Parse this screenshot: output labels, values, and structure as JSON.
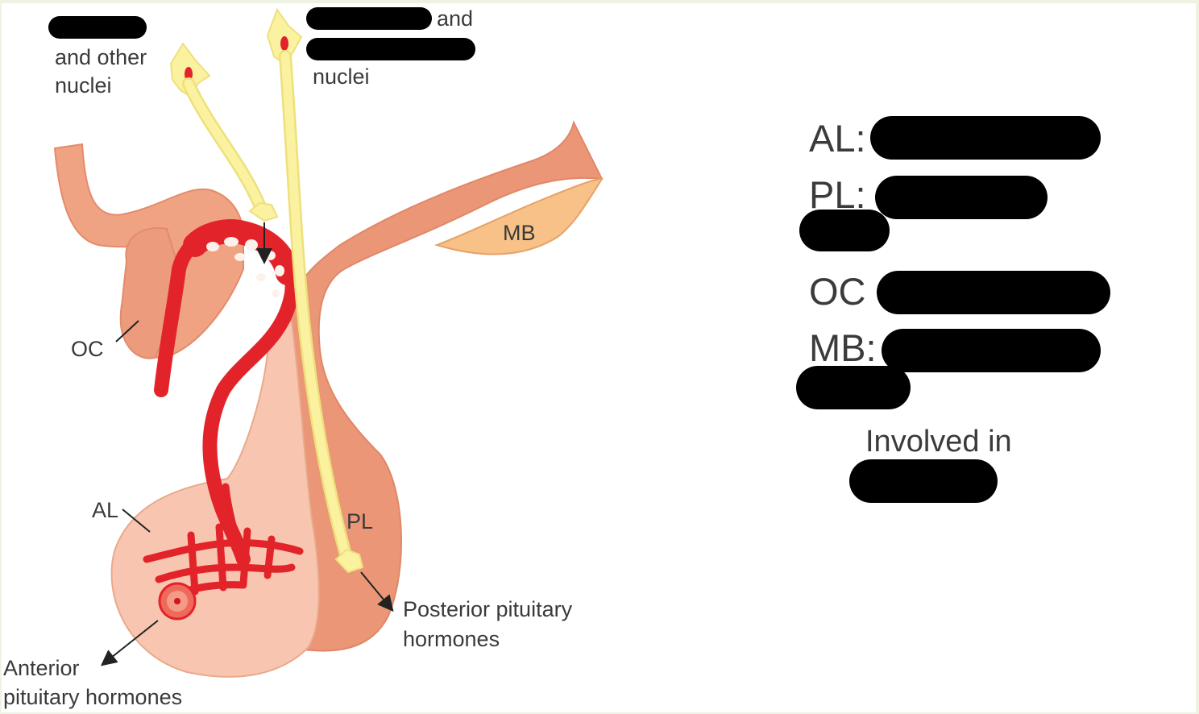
{
  "figure": {
    "top_left_nuclei": [
      "and other",
      "nuclei"
    ],
    "top_right_nuclei": {
      "line1_suffix": "and",
      "line3": "nuclei"
    },
    "labels": {
      "oc": "OC",
      "mb": "MB",
      "al": "AL",
      "pl": "PL"
    },
    "anterior": [
      "Anterior",
      "pituitary hormones"
    ],
    "posterior": [
      "Posterior pituitary",
      "hormones"
    ],
    "colors": {
      "brain_tissue": "#efa383",
      "pituitary_anterior": "#f8c6b0",
      "pituitary_posterior": "#ea9677",
      "mamillary": "#f7c188",
      "vessels": "#e2242a",
      "neuron": "#fbf2a1"
    }
  },
  "notes": {
    "al": "AL:",
    "pl": "PL:",
    "oc": "OC",
    "mb": "MB:",
    "involved": "Involved in"
  }
}
